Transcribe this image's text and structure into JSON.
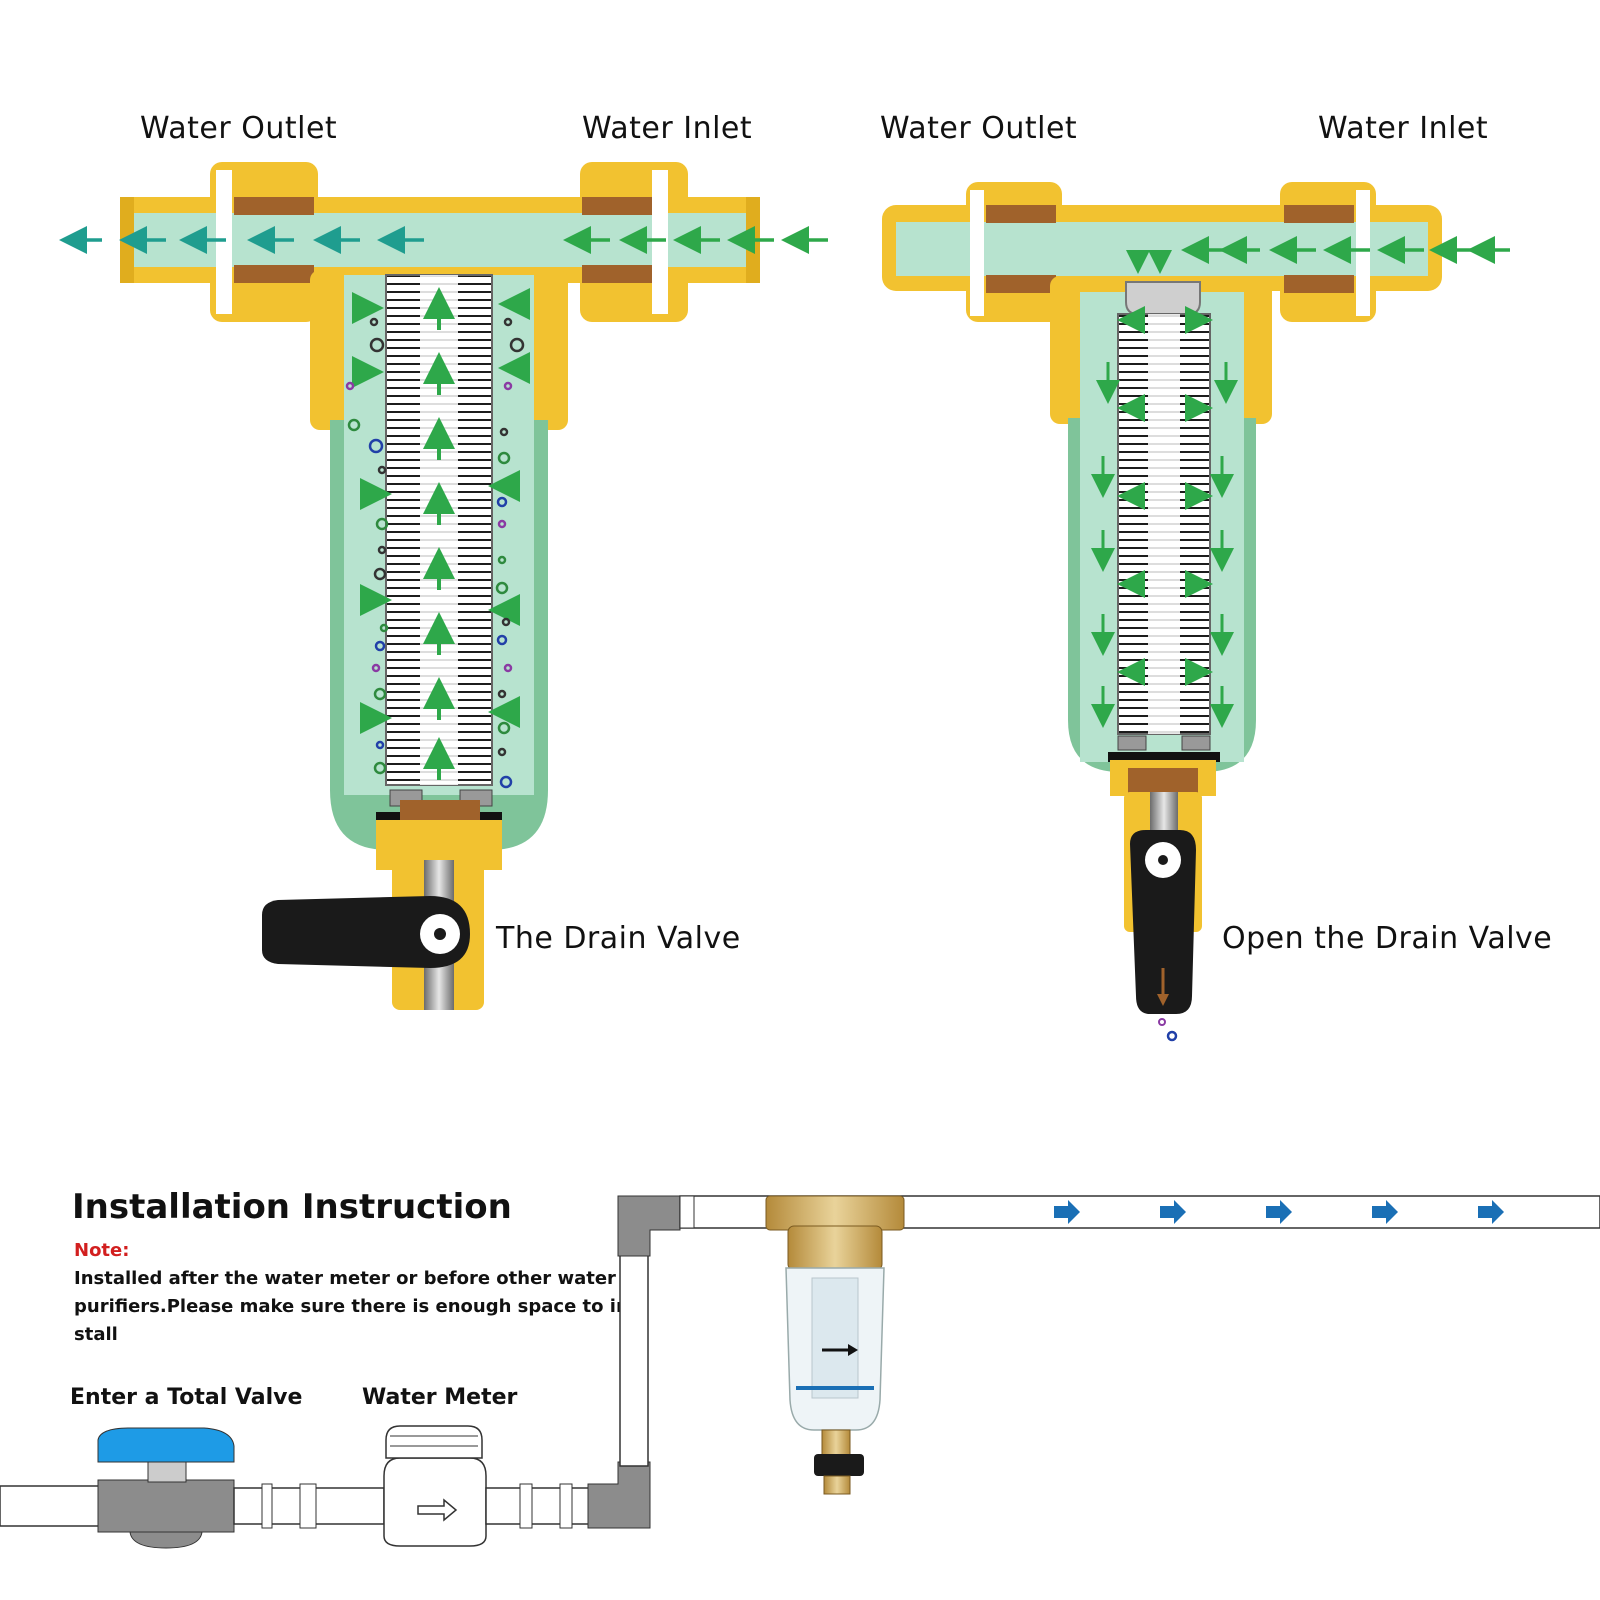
{
  "diagram_left": {
    "outlet_label": "Water Outlet",
    "inlet_label": "Water Inlet",
    "valve_label": "The Drain Valve"
  },
  "diagram_right": {
    "outlet_label": "Water Outlet",
    "inlet_label": "Water Inlet",
    "valve_label": "Open the Drain Valve"
  },
  "installation": {
    "title": "Installation Instruction",
    "note_label": "Note:",
    "note_lines": [
      "Installed after the water meter or before other water",
      "purifiers.Please make sure there is enough space to in-",
      "stall"
    ],
    "valve_label": "Enter a Total Valve",
    "meter_label": "Water Meter"
  },
  "colors": {
    "brass": "#f2c230",
    "water": "#b7e3cf",
    "bowl": "#7fc49a",
    "flow_arrow": "#2ea84a",
    "outlet_arrow": "#1f9d8f",
    "pipe_arrow": "#1a6fb5",
    "valve_handle": "#1a1a1a",
    "blue_handle": "#1e9be6",
    "note_red": "#d21f1f"
  }
}
